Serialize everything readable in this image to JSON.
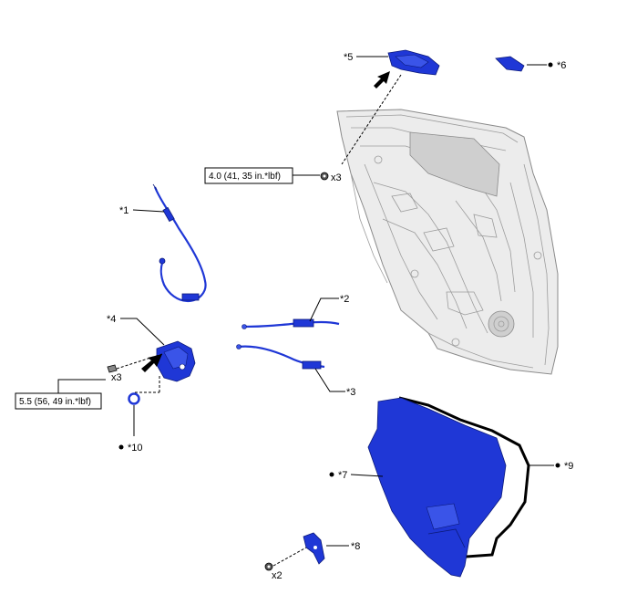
{
  "callouts": [
    {
      "id": "1",
      "text": "*1",
      "dot": false
    },
    {
      "id": "2",
      "text": "*2",
      "dot": false
    },
    {
      "id": "3",
      "text": "*3",
      "dot": false
    },
    {
      "id": "4",
      "text": "*4",
      "dot": false
    },
    {
      "id": "5",
      "text": "*5",
      "dot": false
    },
    {
      "id": "6",
      "text": "*6",
      "dot": true
    },
    {
      "id": "7",
      "text": "*7",
      "dot": true
    },
    {
      "id": "8",
      "text": "*8",
      "dot": false
    },
    {
      "id": "9",
      "text": "*9",
      "dot": true
    },
    {
      "id": "10",
      "text": "*10",
      "dot": true
    }
  ],
  "torque": {
    "upper": "4.0 (41, 35 in.*lbf)",
    "lower": "5.5 (56, 49 in.*lbf)"
  },
  "quantities": {
    "upper_bolts": "x3",
    "lower_bolts": "x3",
    "bracket_bolts": "x2"
  },
  "colors": {
    "part_blue": "#1f37d6",
    "door_gray": "#ececec",
    "weatherstrip": "#000000"
  }
}
